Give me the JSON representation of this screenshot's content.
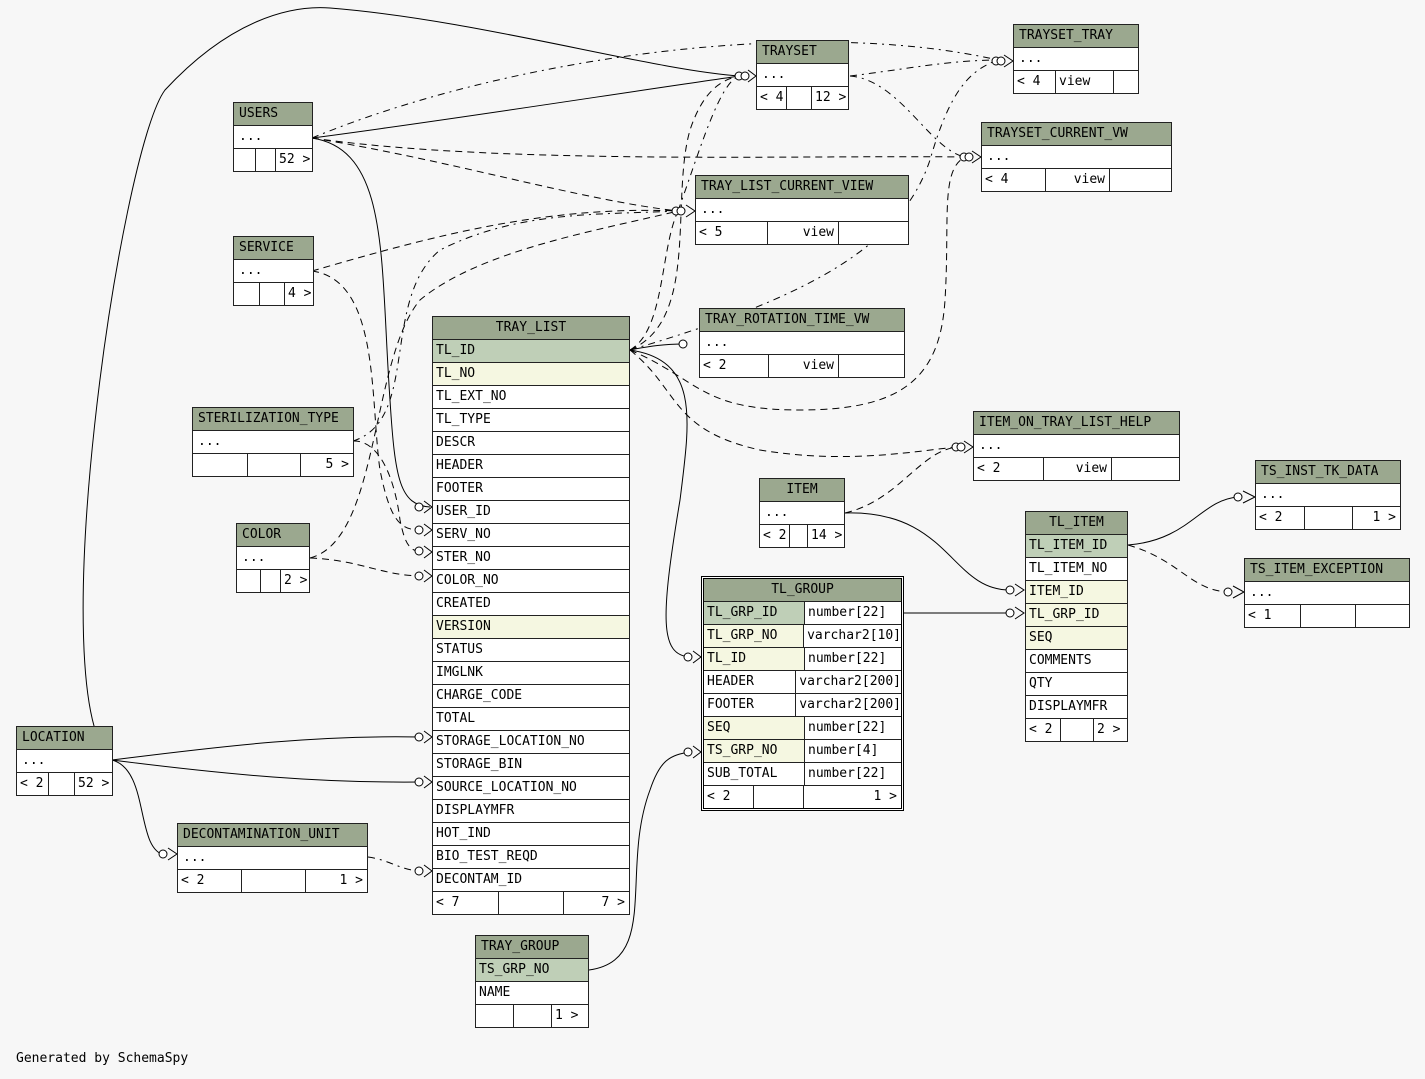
{
  "footer_text": "Generated by SchemaSpy",
  "tables": {
    "trayset": {
      "name": "TRAYSET",
      "summary": "...",
      "prev": "< 4",
      "next": "12 >"
    },
    "trayset_tray": {
      "name": "TRAYSET_TRAY",
      "summary": "...",
      "prev": "< 4",
      "kind": "view"
    },
    "users": {
      "name": "USERS",
      "summary": "...",
      "next": "52 >"
    },
    "trayset_current_vw": {
      "name": "TRAYSET_CURRENT_VW",
      "summary": "...",
      "prev": "< 4",
      "kind": "view"
    },
    "tray_list_current_view": {
      "name": "TRAY_LIST_CURRENT_VIEW",
      "summary": "...",
      "prev": "< 5",
      "kind": "view"
    },
    "service": {
      "name": "SERVICE",
      "summary": "...",
      "next": "4 >"
    },
    "tray_rotation_time_vw": {
      "name": "TRAY_ROTATION_TIME_VW",
      "summary": "...",
      "prev": "< 2",
      "kind": "view"
    },
    "sterilization_type": {
      "name": "STERILIZATION_TYPE",
      "summary": "...",
      "next": "5 >"
    },
    "item_on_tray_list_help": {
      "name": "ITEM_ON_TRAY_LIST_HELP",
      "summary": "...",
      "prev": "< 2",
      "kind": "view"
    },
    "item": {
      "name": "ITEM",
      "summary": "...",
      "prev": "< 2",
      "next": "14 >"
    },
    "ts_inst_tk_data": {
      "name": "TS_INST_TK_DATA",
      "summary": "...",
      "prev": "< 2",
      "next": "1 >"
    },
    "color": {
      "name": "COLOR",
      "summary": "...",
      "next": "2 >"
    },
    "ts_item_exception": {
      "name": "TS_ITEM_EXCEPTION",
      "summary": "...",
      "prev": "< 1"
    },
    "location": {
      "name": "LOCATION",
      "summary": "...",
      "prev": "< 2",
      "next": "52 >"
    },
    "decontamination_unit": {
      "name": "DECONTAMINATION_UNIT",
      "summary": "...",
      "prev": "< 2",
      "next": "1 >"
    },
    "tray_list": {
      "name": "TRAY_LIST",
      "columns": [
        "TL_ID",
        "TL_NO",
        "TL_EXT_NO",
        "TL_TYPE",
        "DESCR",
        "HEADER",
        "FOOTER",
        "USER_ID",
        "SERV_NO",
        "STER_NO",
        "COLOR_NO",
        "CREATED",
        "VERSION",
        "STATUS",
        "IMGLNK",
        "CHARGE_CODE",
        "TOTAL",
        "STORAGE_LOCATION_NO",
        "STORAGE_BIN",
        "SOURCE_LOCATION_NO",
        "DISPLAYMFR",
        "HOT_IND",
        "BIO_TEST_REQD",
        "DECONTAM_ID"
      ],
      "prev": "< 7",
      "next": "7 >"
    },
    "tl_group": {
      "name": "TL_GROUP",
      "columns": [
        {
          "name": "TL_GRP_ID",
          "type": "number[22]"
        },
        {
          "name": "TL_GRP_NO",
          "type": "varchar2[10]"
        },
        {
          "name": "TL_ID",
          "type": "number[22]"
        },
        {
          "name": "HEADER",
          "type": "varchar2[200]"
        },
        {
          "name": "FOOTER",
          "type": "varchar2[200]"
        },
        {
          "name": "SEQ",
          "type": "number[22]"
        },
        {
          "name": "TS_GRP_NO",
          "type": "number[4]"
        },
        {
          "name": "SUB_TOTAL",
          "type": "number[22]"
        }
      ],
      "prev": "< 2",
      "next": "1 >"
    },
    "tl_item": {
      "name": "TL_ITEM",
      "columns": [
        "TL_ITEM_ID",
        "TL_ITEM_NO",
        "ITEM_ID",
        "TL_GRP_ID",
        "SEQ",
        "COMMENTS",
        "QTY",
        "DISPLAYMFR"
      ],
      "prev": "< 2",
      "next": "2 >"
    },
    "tray_group": {
      "name": "TRAY_GROUP",
      "columns": [
        "TS_GRP_NO",
        "NAME"
      ],
      "next": "1 >"
    }
  }
}
